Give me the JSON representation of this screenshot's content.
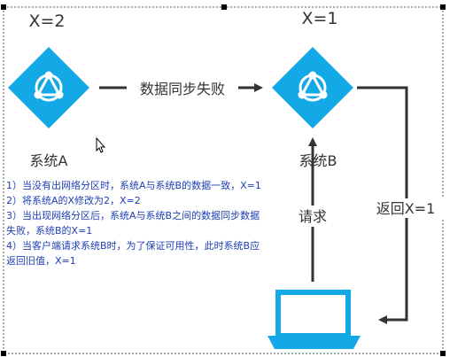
{
  "node_a": {
    "state_label": "X=2",
    "name_label": "系统A"
  },
  "node_b": {
    "state_label": "X=1",
    "name_label": "系统B"
  },
  "edges": {
    "sync_label": "数据同步失败",
    "request_label": "请求",
    "return_label": "返回X=1"
  },
  "notes": [
    "1）当没有出网络分区时，系统A与系统B的数据一致，X=1",
    "2）将系统A的X修改为2，X=2",
    "3）当出现网络分区后，系统A与系统B之间的数据同步数据失败，系统B的X=1",
    "4）当客户端请求系统B时，为了保证可用性，此时系统B应返回旧值，X=1"
  ],
  "colors": {
    "node": "#13a9e6",
    "node_icon": "#ffffff",
    "arrow": "#333333",
    "laptop": "#13a9e6",
    "note_text": "#1f3fb4",
    "frame": "#555555"
  },
  "icons": {
    "node_a": "hub-network-icon",
    "node_b": "hub-network-icon",
    "client": "laptop-icon",
    "cursor": "mouse-cursor-icon"
  }
}
